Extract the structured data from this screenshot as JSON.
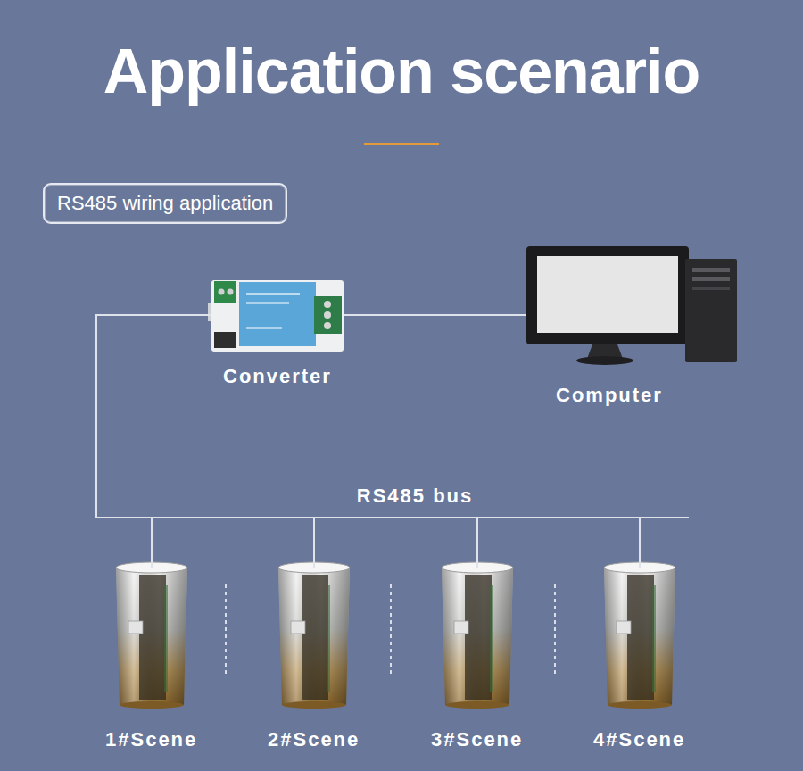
{
  "diagram": {
    "title": "Application scenario",
    "nodes": [
      {
        "text": [
          "RS485 wiring application"
        ]
      },
      {
        "text": [
          "Converter"
        ]
      },
      {
        "text": [
          "Computer"
        ]
      },
      {
        "text": [
          "1#Scene"
        ]
      },
      {
        "text": [
          "2#Scene"
        ]
      },
      {
        "text": [
          "3#Scene"
        ]
      },
      {
        "text": [
          "4#Scene"
        ]
      }
    ],
    "edges": [
      {
        "from": 1,
        "to": 2,
        "arrow": "none"
      },
      {
        "from": 1,
        "to": 3,
        "arrow": "none"
      },
      {
        "from": 1,
        "to": 4,
        "arrow": "none"
      },
      {
        "from": 1,
        "to": 5,
        "arrow": "none"
      },
      {
        "from": 1,
        "to": 6,
        "label": "RS485 bus",
        "arrow": "none"
      }
    ]
  }
}
